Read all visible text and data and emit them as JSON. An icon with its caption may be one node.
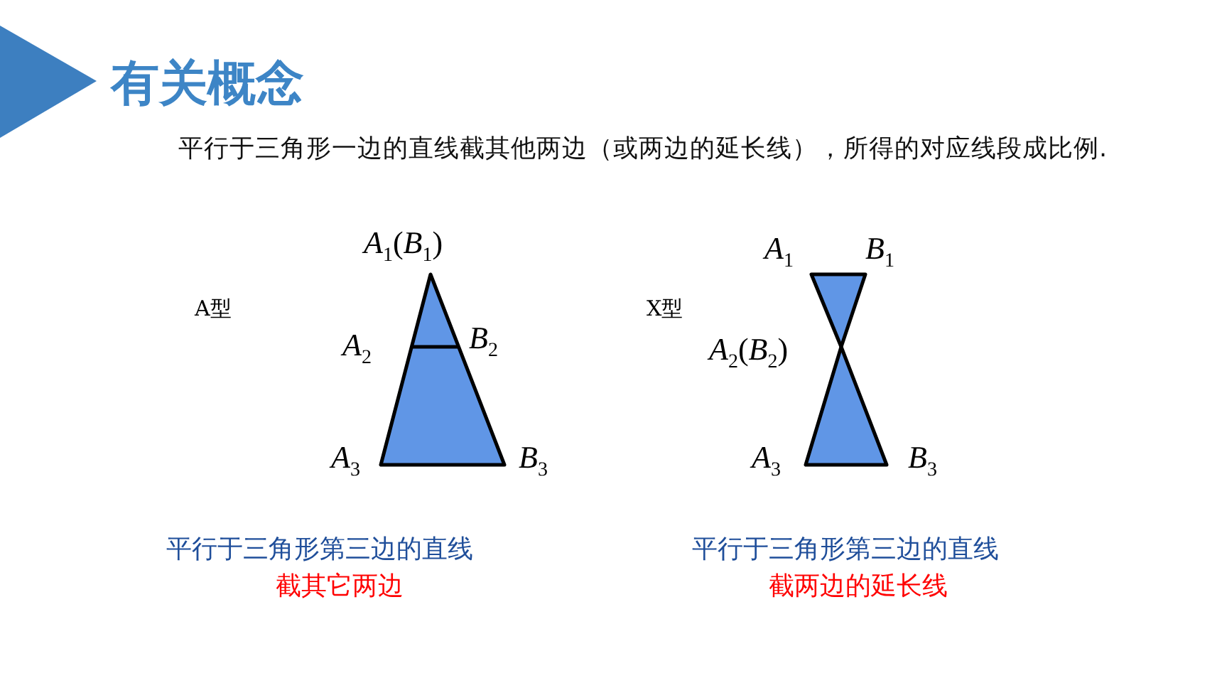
{
  "diagram": {
    "title": "有关概念",
    "labels": [
      "平行于三角形一边的直线截其他两边（或两边的延长线），所得的对应线段成比例.",
      "*A*$_{1}$(*B*$_{1}$)",
      "*A*$_{1}$",
      "*B*$_{1}$",
      "A型",
      "X型",
      "*A*$_{2}$",
      "*B*$_{2}$",
      "*A*$_{2}$(*B*$_{2}$)",
      "*A*$_{3}$",
      "*B*$_{3}$",
      "*A*$_{3}$",
      "*B*$_{3}$",
      "平行于三角形第三边的直线",
      "截其它两边",
      "平行于三角形第三边的直线",
      "截两边的延长线"
    ]
  }
}
